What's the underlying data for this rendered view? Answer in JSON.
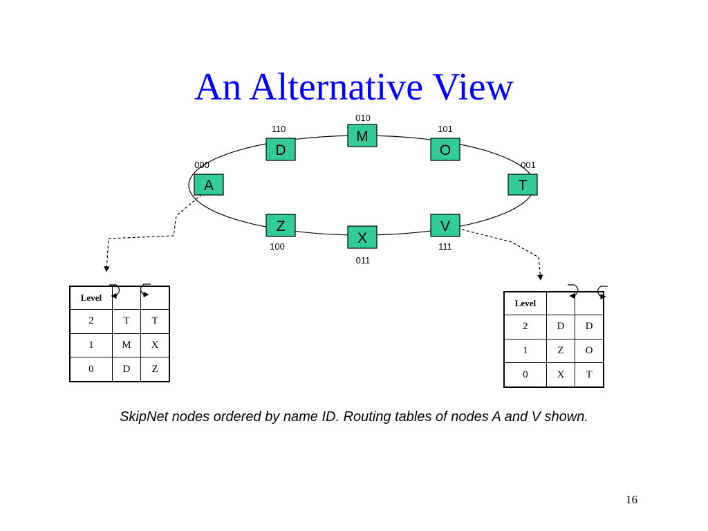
{
  "title": "An Alternative View",
  "nodes": [
    {
      "letter": "M",
      "id": "010"
    },
    {
      "letter": "D",
      "id": "110"
    },
    {
      "letter": "O",
      "id": "101"
    },
    {
      "letter": "A",
      "id": "000"
    },
    {
      "letter": "T",
      "id": "001"
    },
    {
      "letter": "Z",
      "id": "100"
    },
    {
      "letter": "V",
      "id": "111"
    },
    {
      "letter": "X",
      "id": "011"
    }
  ],
  "table_a": {
    "header": "Level",
    "rows": [
      {
        "level": "2",
        "left": "T",
        "right": "T"
      },
      {
        "level": "1",
        "left": "M",
        "right": "X"
      },
      {
        "level": "0",
        "left": "D",
        "right": "Z"
      }
    ]
  },
  "table_v": {
    "header": "Level",
    "rows": [
      {
        "level": "2",
        "left": "D",
        "right": "D"
      },
      {
        "level": "1",
        "left": "Z",
        "right": "O"
      },
      {
        "level": "0",
        "left": "X",
        "right": "T"
      }
    ]
  },
  "caption": "SkipNet nodes ordered by name ID. Routing tables of nodes A and V shown.",
  "page_number": "16"
}
